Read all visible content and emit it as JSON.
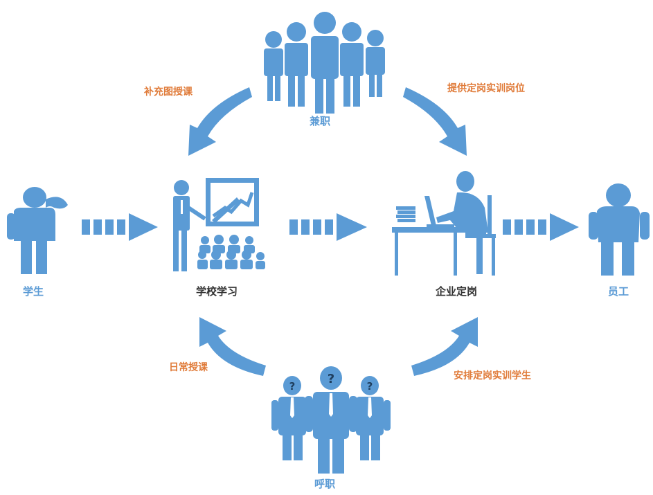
{
  "colors": {
    "figure": "#5b9bd5",
    "accent_text": "#e07b39",
    "node_text": "#333333",
    "background": "#ffffff"
  },
  "nodes": {
    "student": "学生",
    "school_study": "学校学习",
    "enterprise_post": "企业定岗",
    "employee": "员工"
  },
  "groups": {
    "top": "兼职",
    "bottom": "呼职"
  },
  "flows": {
    "top_left": "补充图授课",
    "top_right": "提供定岗实训岗位",
    "bottom_left": "日常授课",
    "bottom_right": "安排定岗实训学生"
  },
  "icons": {
    "student": "person-thinking-icon",
    "teacher": "teacher-presentation-icon",
    "worker": "person-at-desk-icon",
    "employee": "person-standing-icon",
    "top_group": "group-of-people-icon",
    "bottom_group": "businessmen-question-icon"
  }
}
